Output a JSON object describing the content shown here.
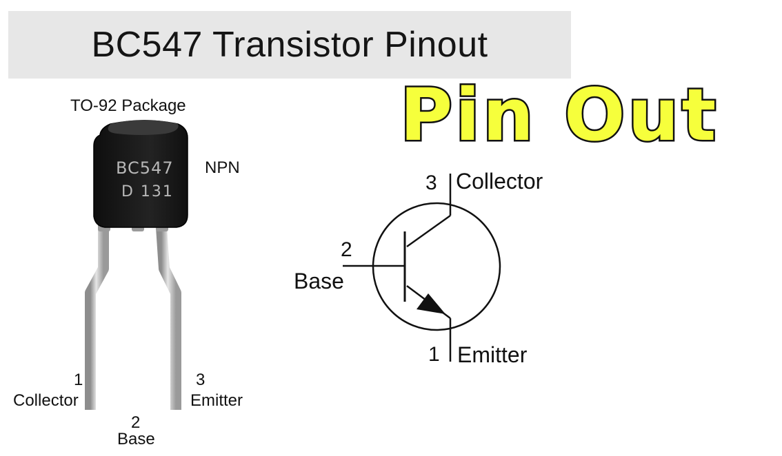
{
  "title": "BC547 Transistor Pinout",
  "heading": "Pin Out",
  "package": {
    "label": "TO-92 Package",
    "marking_line1": "BC547",
    "marking_line2": "D 131"
  },
  "type": "NPN",
  "physical_pins": [
    {
      "number": "1",
      "name": "Collector"
    },
    {
      "number": "2",
      "name": "Base"
    },
    {
      "number": "3",
      "name": "Emitter"
    }
  ],
  "symbol_pins": {
    "collector": {
      "number": "3",
      "name": "Collector"
    },
    "base": {
      "number": "2",
      "name": "Base"
    },
    "emitter": {
      "number": "1",
      "name": "Emitter"
    }
  },
  "colors": {
    "title_bar": "#e7e7e7",
    "heading_fill": "#f6ff3c",
    "package_body": "#1a1a1a",
    "lead_metal": "#b9b9b9"
  }
}
